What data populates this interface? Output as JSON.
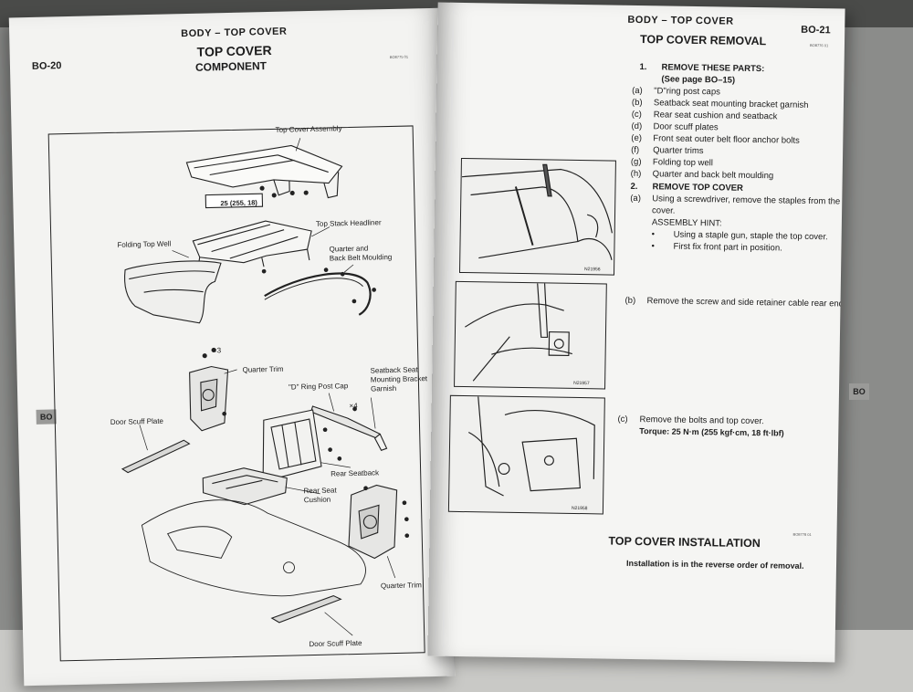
{
  "left_page": {
    "header": "BODY – TOP COVER",
    "page_number": "BO-20",
    "title": "TOP COVER",
    "subtitle": "COMPONENT",
    "figure_code": "BO8775 01",
    "side_tab": "BO",
    "labels": {
      "top_cover_assembly": "Top Cover Assembly",
      "torque": "25 (255, 18)",
      "folding_top_well": "Folding Top Well",
      "top_stack_headliner": "Top Stack Headliner",
      "quarter_moulding": "Quarter and\nBack Belt Moulding",
      "x3": "×3",
      "quarter_trim_upper": "Quarter Trim",
      "d_ring_cap": "\"D\" Ring Post Cap",
      "seatback_garnish": "Seatback Seat\nMounting Bracket\nGarnish",
      "x4": "×4",
      "door_scuff_upper": "Door Scuff Plate",
      "rear_seatback": "Rear Seatback",
      "rear_seat_cushion": "Rear Seat\nCushion",
      "quarter_trim_lower": "Quarter Trim",
      "door_scuff_lower": "Door Scuff Plate"
    }
  },
  "right_page": {
    "header": "BODY – TOP COVER",
    "page_number": "BO-21",
    "code": "BO8776 01",
    "removal_title": "TOP COVER REMOVAL",
    "side_tab": "BO",
    "steps": [
      {
        "key": "1.",
        "text": "REMOVE THESE PARTS:",
        "bold": true
      },
      {
        "key": "",
        "text": "(See page BO–15)",
        "bold": true
      },
      {
        "key": "(a)",
        "text": "\"D\"ring post caps"
      },
      {
        "key": "(b)",
        "text": "Seatback seat mounting bracket garnish"
      },
      {
        "key": "(c)",
        "text": "Rear seat cushion and seatback"
      },
      {
        "key": "(d)",
        "text": "Door scuff plates"
      },
      {
        "key": "(e)",
        "text": "Front seat outer belt floor anchor bolts"
      },
      {
        "key": "(f)",
        "text": "Quarter trims"
      },
      {
        "key": "(g)",
        "text": "Folding top well"
      },
      {
        "key": "(h)",
        "text": "Quarter and back belt moulding"
      },
      {
        "key": "2.",
        "text": "REMOVE TOP COVER",
        "bold": true
      },
      {
        "key": "(a)",
        "text": "Using a screwdriver, remove the staples from the top"
      },
      {
        "key": "",
        "text": "cover."
      },
      {
        "key": "",
        "text": "ASSEMBLY HINT:"
      },
      {
        "key": "•",
        "text": "Using a staple gun, staple the top cover."
      },
      {
        "key": "•",
        "text": "First fix front part in position."
      }
    ],
    "photos": [
      {
        "code": "N21956"
      },
      {
        "code": "N21957"
      },
      {
        "code": "N21958"
      }
    ],
    "step_b": {
      "key": "(b)",
      "text": "Remove the screw and side retainer cable rear end."
    },
    "step_c": {
      "key": "(c)",
      "text": "Remove the bolts and top cover.",
      "torque": "Torque: 25 N·m (255 kgf·cm, 18 ft·lbf)"
    },
    "small_code": "BO8778 01",
    "installation_title": "TOP COVER INSTALLATION",
    "installation_text": "Installation is in the reverse order of removal."
  }
}
